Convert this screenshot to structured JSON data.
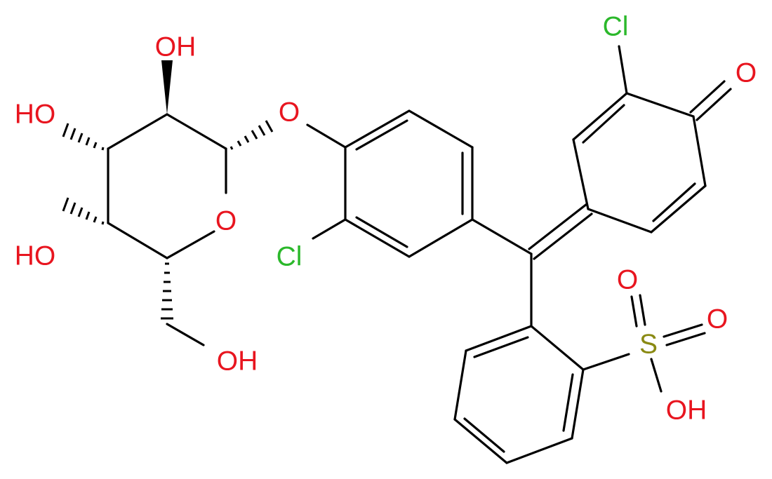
{
  "atoms": {
    "oh_c2": "OH",
    "oh_c3": "HO",
    "oh_c4": "HO",
    "oh_c6": "OH",
    "o_ring": "O",
    "o_glycosidic": "O",
    "cl_left": "Cl",
    "cl_top": "Cl",
    "o_ketone": "O",
    "s_sulfonyl": "S",
    "o_sulfonyl_1": "O",
    "o_sulfonyl_2": "O",
    "oh_sulfonic": "OH"
  },
  "colors": {
    "carbon_bonds": "#000000",
    "oxygen": "#e8151f",
    "chlorine": "#2bb82b",
    "sulfur": "#8a8a13",
    "background": "#ffffff"
  }
}
